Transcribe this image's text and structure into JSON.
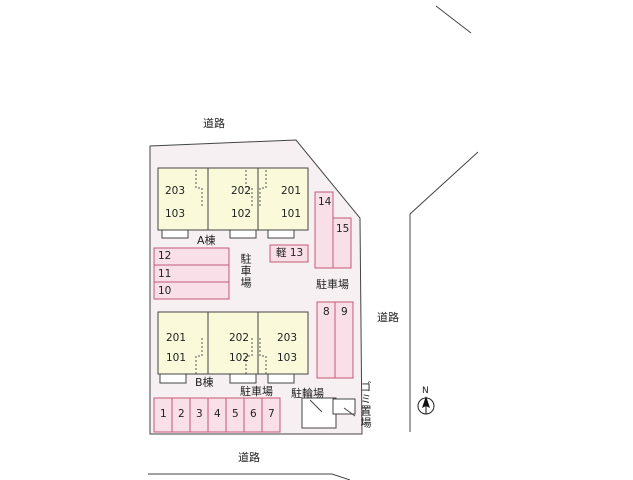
{
  "roads": {
    "top": "道路",
    "right": "道路",
    "bottom": "道路"
  },
  "buildings": {
    "a": {
      "name": "A棟",
      "units": [
        {
          "upper": "203",
          "lower": "103"
        },
        {
          "upper": "202",
          "lower": "102"
        },
        {
          "upper": "201",
          "lower": "101"
        }
      ]
    },
    "b": {
      "name": "B棟",
      "units": [
        {
          "upper": "201",
          "lower": "101"
        },
        {
          "upper": "202",
          "lower": "102"
        },
        {
          "upper": "203",
          "lower": "103"
        }
      ]
    }
  },
  "parking": {
    "left_label": "駐車場",
    "right_label": "駐車場",
    "bottom_label": "駐車場",
    "left_spaces": [
      "12",
      "11",
      "10"
    ],
    "kei_space": "軽 13",
    "right_upper_spaces": [
      "14",
      "15"
    ],
    "right_lower_spaces": [
      "8",
      "9"
    ],
    "bottom_spaces": [
      "1",
      "2",
      "3",
      "4",
      "5",
      "6",
      "7"
    ]
  },
  "facilities": {
    "bicycle_parking": "駐輪場",
    "garbage": "ゴミ置場"
  },
  "compass": {
    "label": "N"
  },
  "colors": {
    "site": "#f7f0f2",
    "building": "#fafadb",
    "parking_space": "#f9dfe7",
    "line": "#444444"
  }
}
